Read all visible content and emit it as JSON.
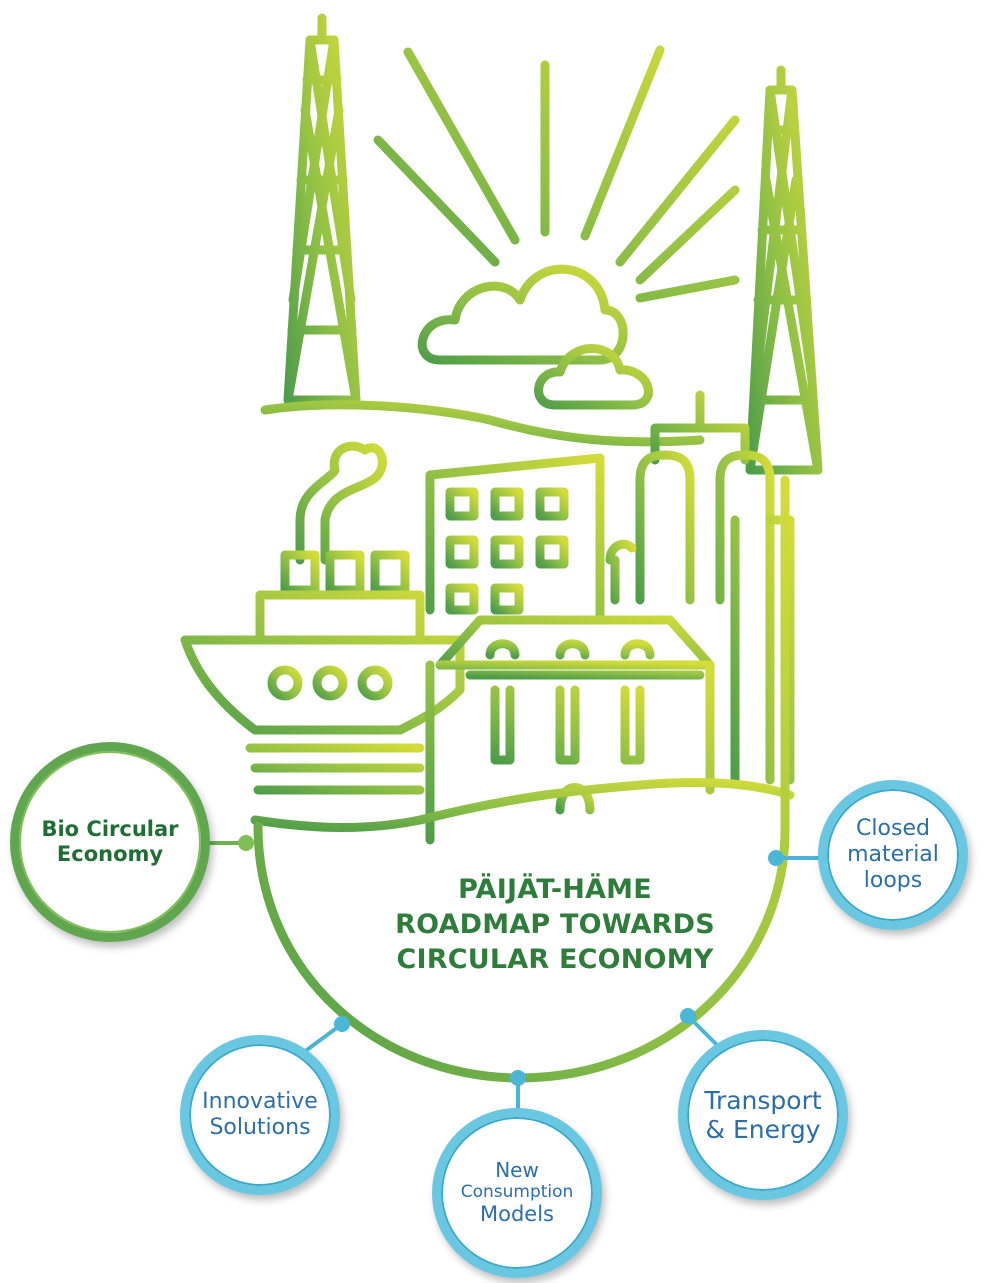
{
  "title": {
    "line1": "PÄIJÄT-HÄME",
    "line2": "ROADMAP TOWARDS",
    "line3": "CIRCULAR ECONOMY"
  },
  "themes": {
    "bio": {
      "line1": "Bio Circular",
      "line2": "Economy"
    },
    "closed": {
      "line1": "Closed",
      "line2": "material",
      "line3": "loops"
    },
    "innovative": {
      "line1": "Innovative",
      "line2": "Solutions"
    },
    "consumption": {
      "line1": "New",
      "line2": "Consumption",
      "line3": "Models"
    },
    "transport": {
      "line1": "Transport",
      "line2": "& Energy"
    }
  },
  "colors": {
    "green_dark": "#2f7d3a",
    "green_mid": "#6db24f",
    "yellow_green": "#c6d63a",
    "blue": "#6ac7e2",
    "blue_text": "#2b6fa8"
  },
  "icons": [
    "transmission-tower-icon",
    "sun-icon",
    "cloud-icon",
    "factory-icon",
    "ship-icon",
    "building-icon",
    "refinery-icon"
  ]
}
